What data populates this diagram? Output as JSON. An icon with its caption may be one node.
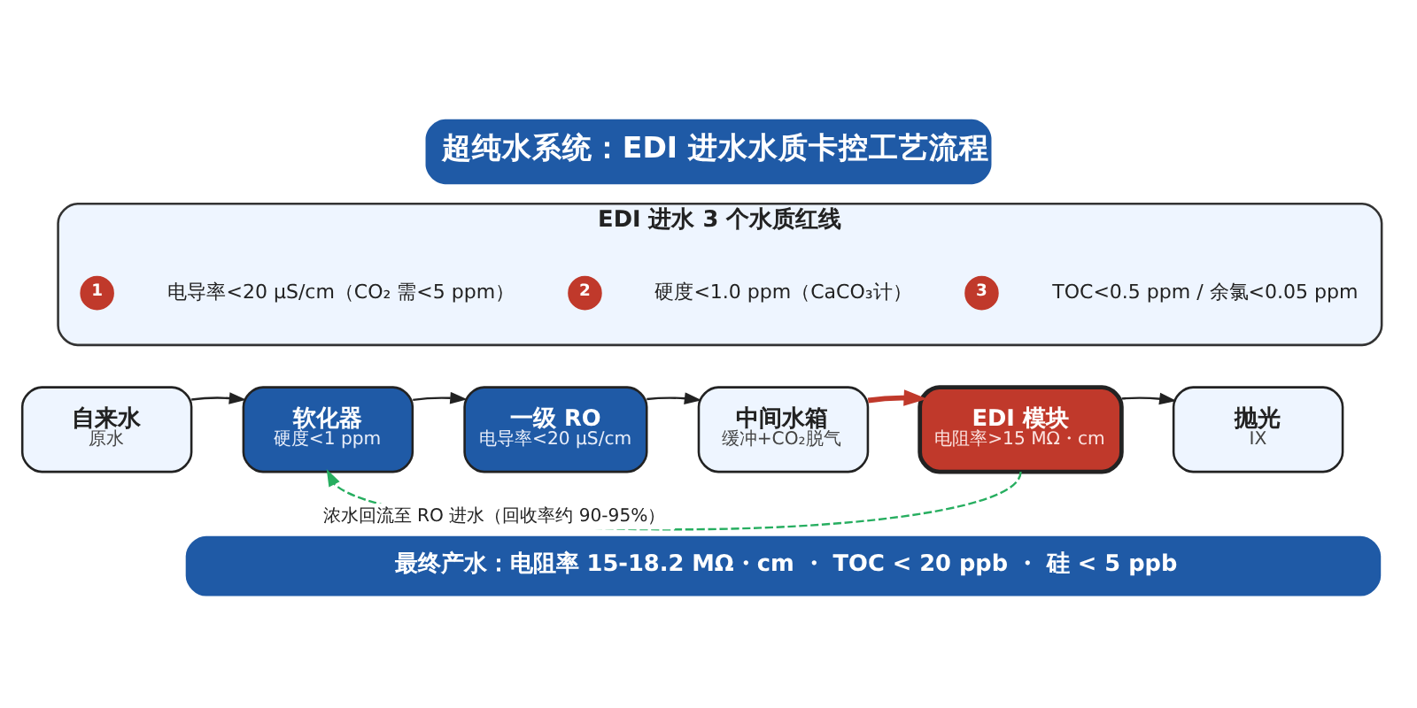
{
  "diagram": {
    "title": "超纯水系统：EDI 进水水质卡控工艺流程",
    "nodes": [
      {
        "text": [
          "EDI 进水 3 个水质红线"
        ]
      },
      {
        "text": [
          "1"
        ],
        "in": 0,
        "beside": [
          "电导率<20 µS/cm（CO₂ 需<5 ppm）"
        ]
      },
      {
        "text": [
          "2"
        ],
        "in": 0,
        "beside": [
          "硬度<1.0 ppm（CaCO₃计）"
        ]
      },
      {
        "text": [
          "3"
        ],
        "in": 0,
        "beside": [
          "TOC<0.5 ppm / 余氯<0.05 ppm"
        ]
      },
      {
        "text": [
          "自来水",
          "原水"
        ]
      },
      {
        "text": [
          "软化器",
          "硬度<1 ppm"
        ]
      },
      {
        "text": [
          "一级 RO",
          "电导率<20 µS/cm"
        ]
      },
      {
        "text": [
          "中间水箱",
          "缓冲+CO₂脱气"
        ]
      },
      {
        "text": [
          "EDI 模块",
          "电阻率>15 MΩ・cm"
        ]
      },
      {
        "text": [
          "抛光",
          "IX"
        ]
      },
      {
        "text": [
          "最终产水：电阻率 15-18.2 MΩ・cm ・ TOC < 20 ppb ・ 硅 < 5 ppb"
        ]
      }
    ],
    "edges": [
      {
        "from": 4,
        "to": 5,
        "arrow": "to"
      },
      {
        "from": 5,
        "to": 6,
        "arrow": "to"
      },
      {
        "from": 6,
        "to": 7,
        "arrow": "to"
      },
      {
        "from": 7,
        "to": 8,
        "arrow": "to",
        "style": "thick",
        "color": "#c0392b"
      },
      {
        "from": 8,
        "to": 9,
        "arrow": "to"
      },
      {
        "from": 8,
        "to": 5,
        "arrow": "to",
        "style": "dashed",
        "color": "#27ae60",
        "label": "浓水回流至 RO 进水（回收率约 90-95%）"
      }
    ]
  }
}
